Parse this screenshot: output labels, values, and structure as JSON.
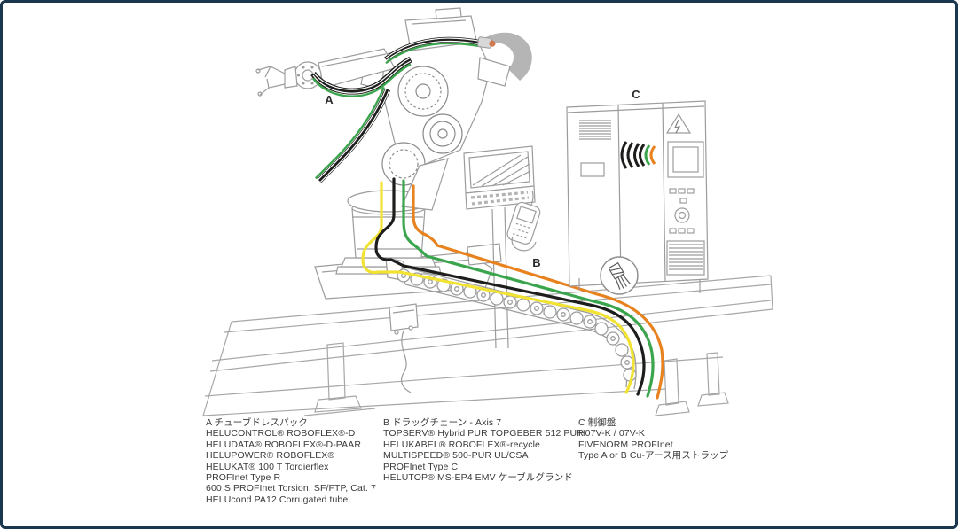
{
  "frame": {
    "background": "#ffffff",
    "border_color": "#1a374d"
  },
  "diagram": {
    "labels": {
      "a": "A",
      "b": "B",
      "c": "C"
    },
    "colors": {
      "cable_yellow": "#f2e232",
      "cable_black": "#1d1d1b",
      "cable_green": "#3aa54c",
      "cable_orange": "#e8821f",
      "line_art": "#9c9c9c"
    }
  },
  "legend": {
    "column_a": {
      "title": "A チューブドレスパック",
      "lines": [
        "HELUCONTROL® ROBOFLEX®-D",
        "HELUDATA® ROBOFLEX®-D-PAAR",
        "HELUPOWER® ROBOFLEX®",
        "HELUKAT® 100 T Tordierflex",
        "PROFInet Type R",
        "600 S PROFInet Torsion, SF/FTP, Cat. 7",
        "HELUcond PA12 Corrugated tube"
      ]
    },
    "column_b": {
      "title": "B ドラッグチェーン - Axis 7",
      "lines": [
        "TOPSERV® Hybrid PUR TOPGEBER 512 PUR",
        "HELUKABEL® ROBOFLEX®-recycle",
        "MULTISPEED® 500-PUR UL/CSA",
        "PROFInet Type C",
        "HELUTOP® MS-EP4 EMV ケーブルグランド"
      ]
    },
    "column_c": {
      "title": "C 制御盤",
      "lines": [
        "H07V-K / 07V-K",
        "FIVENORM PROFInet",
        "Type A or B Cu-アース用ストラップ"
      ]
    }
  }
}
